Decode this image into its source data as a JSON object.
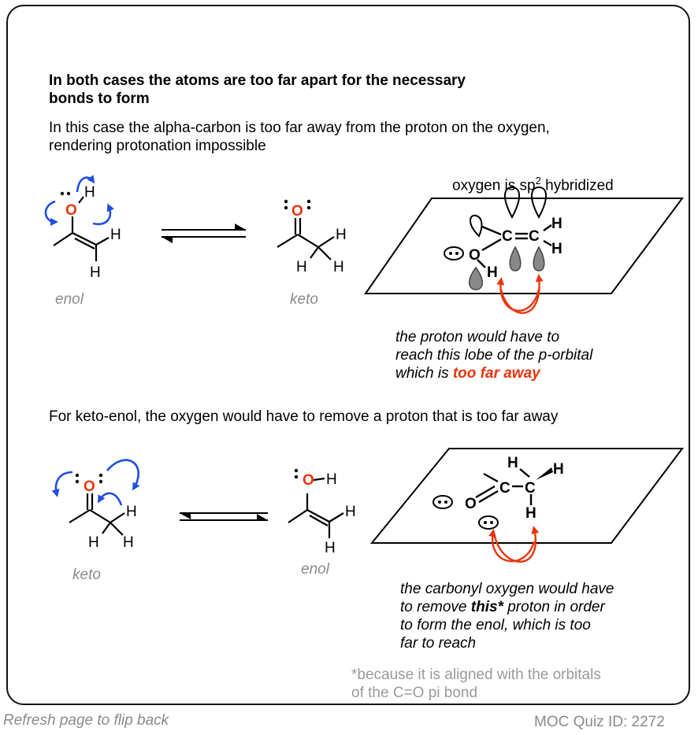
{
  "heading": {
    "line1": "In both cases the atoms are too far apart for the necessary",
    "line2": "bonds to form"
  },
  "case1": {
    "desc_line1": "In this case the alpha-carbon is too far away from the proton on the oxygen,",
    "desc_line2": "rendering protonation impossible",
    "left_label": "enol",
    "right_label": "keto",
    "orbital_title": "oxygen is sp",
    "orbital_title_sup": "2",
    "orbital_title_end": " hybridized",
    "note_line1": "the proton would have to",
    "note_line2": "reach this lobe of the p-orbital",
    "note_line3_start": "which is ",
    "note_line3_emph": "too far away"
  },
  "case2": {
    "desc": "For keto-enol, the oxygen would have to remove a proton that is too far away",
    "left_label": "keto",
    "right_label": "enol",
    "note_line1": "the carbonyl oxygen would have",
    "note_line2_start": "to remove ",
    "note_line2_emph": "this*",
    "note_line2_end": " proton in order",
    "note_line3": "to form the enol, which is too",
    "note_line4": "far to reach",
    "footnote_line1": "*because it is aligned with the orbitals",
    "footnote_line2": "of the C=O pi bond"
  },
  "footer": {
    "left": "Refresh page to flip back",
    "right": "MOC Quiz ID: 2272"
  },
  "atoms": {
    "O": "O",
    "H": "H",
    "C": "C",
    "lone_pair": ":"
  },
  "colors": {
    "oxygen": "#e8350f",
    "curved_arrow": "#1f4fe0",
    "red_arrow": "#e8350f",
    "gray_text": "#8a8a8a"
  }
}
